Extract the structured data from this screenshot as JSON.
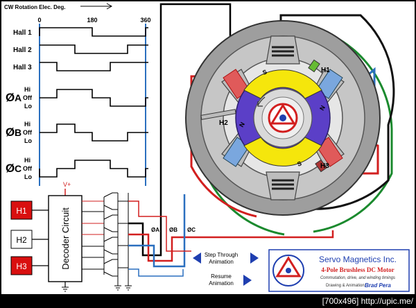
{
  "timing": {
    "header": "CW Rotation Elec. Deg.",
    "tick_0": "0",
    "tick_180": "180",
    "tick_360": "360",
    "hall1": "Hall 1",
    "hall2": "Hall 2",
    "hall3": "Hall 3",
    "phase_symbol": "Ø",
    "phase_a": "A",
    "phase_b": "B",
    "phase_c": "C",
    "hi": "Hi",
    "off": "Off",
    "lo": "Lo"
  },
  "circuit": {
    "vplus": "V+",
    "decoder": "Decoder Circuit",
    "h1": "H1",
    "h2": "H2",
    "h3": "H3",
    "phase_a": "ØA",
    "phase_b": "ØB",
    "phase_c": "ØC"
  },
  "motor": {
    "h1": "H1",
    "h2": "H2",
    "h3": "H3",
    "pole_s": "S",
    "pole_n": "N"
  },
  "controls": {
    "step_line1": "Step Through",
    "step_line2": "Animation",
    "resume_line1": "Resume",
    "resume_line2": "Animation"
  },
  "brand": {
    "company": "Servo Magnetics Inc.",
    "product": "4-Pole Brushless DC Motor",
    "subtitle": "Commutation, drive, and winding timings",
    "credit_prefix": "Drawing & Animation:",
    "credit_name": "Brad Pera"
  },
  "watermark": "[700x496] http://upic.me/",
  "colors": {
    "red": "#d21f1f",
    "green": "#1b8a2e",
    "blue": "#2a6fbf",
    "yellow": "#f5e60c",
    "purple": "#5b3fc7",
    "hall_box": "#d90f0f",
    "brand_blue": "#1f3fb0"
  }
}
